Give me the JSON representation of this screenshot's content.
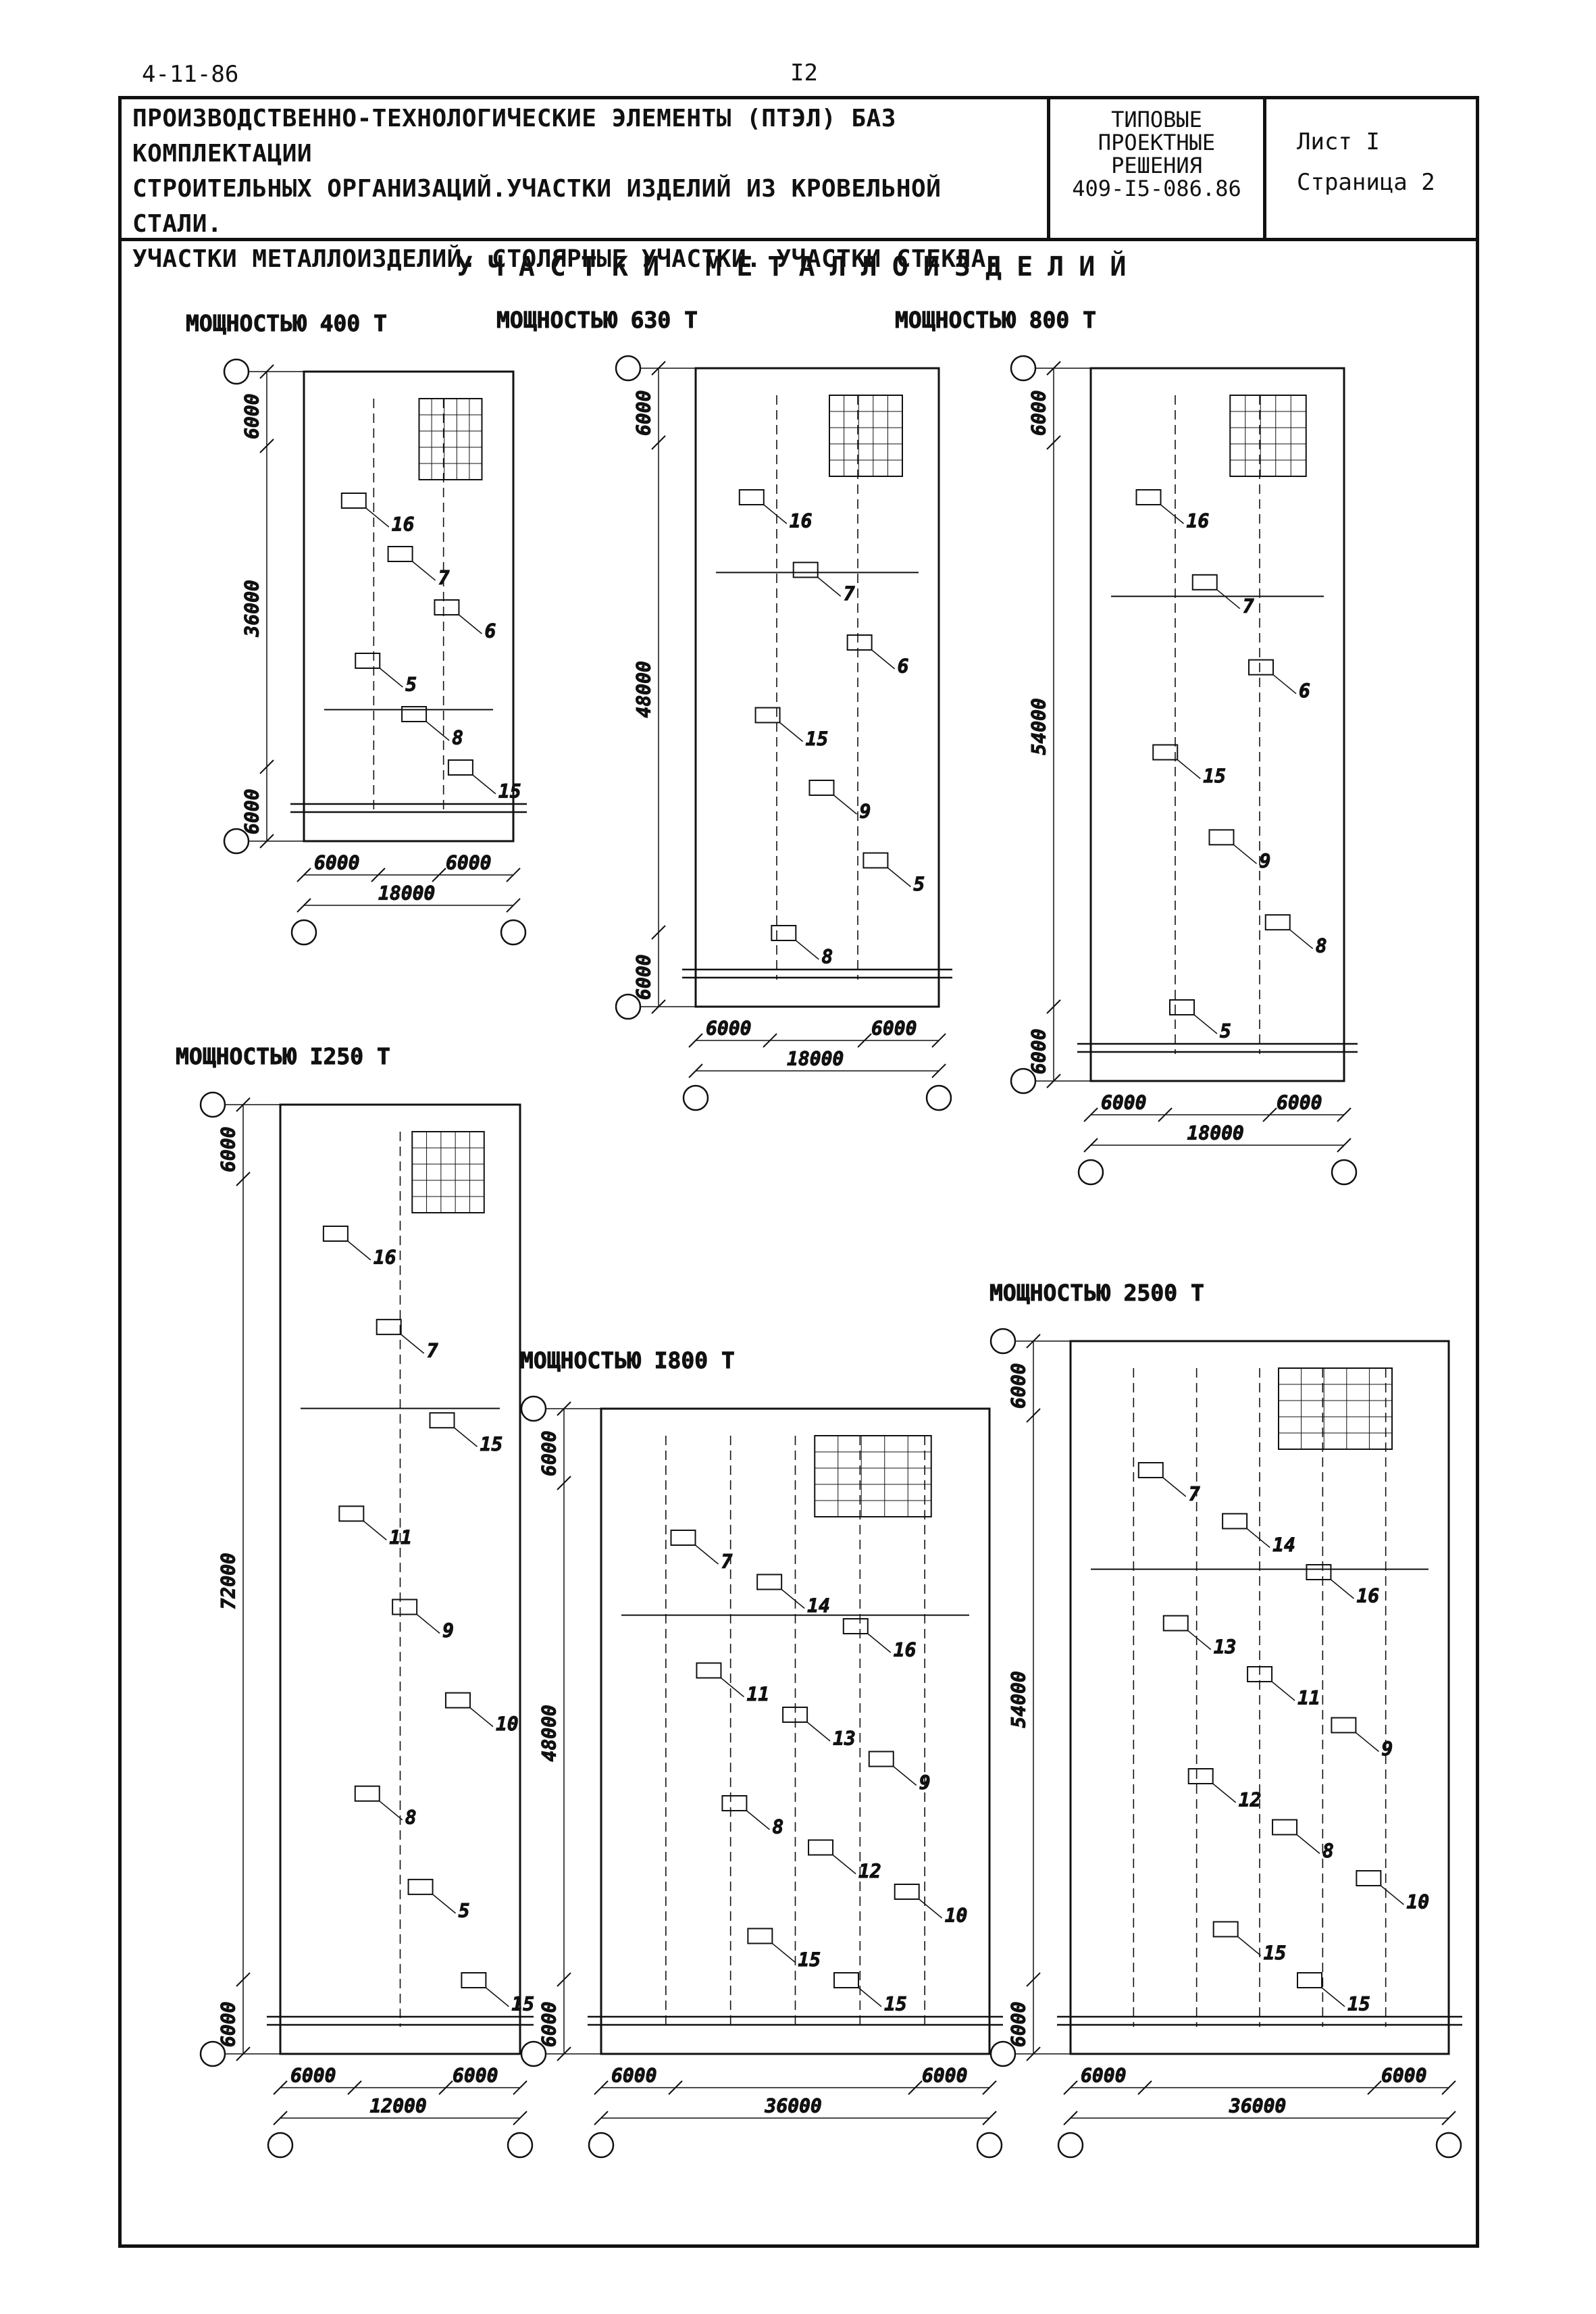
{
  "page": {
    "doc_code": "4-11-86",
    "page_number": "I2"
  },
  "title_block": {
    "title_lines": [
      "ПРОИЗВОДСТВЕННО-ТЕХНОЛОГИЧЕСКИЕ ЭЛЕМЕНТЫ (ПТЭЛ) БАЗ КОМПЛЕКТАЦИИ",
      "СТРОИТЕЛЬНЫХ ОРГАНИЗАЦИЙ.УЧАСТКИ ИЗДЕЛИЙ ИЗ КРОВЕЛЬНОЙ СТАЛИ.",
      "УЧАСТКИ МЕТАЛЛОИЗДЕЛИЙ. СТОЛЯРНЫЕ УЧАСТКИ. УЧАСТКИ СТЕКЛА."
    ],
    "series_lines": [
      "ТИПОВЫЕ",
      "ПРОЕКТНЫЕ",
      "РЕШЕНИЯ",
      "409-I5-086.86"
    ],
    "sheet_label": "Лист I",
    "page_label": "Страница  2"
  },
  "section_title": "УЧАСТКИ МЕТАЛЛОИЗДЕЛИЙ",
  "plans": [
    {
      "caption": "МОЩНОСТЬЮ 400 Т",
      "dims": {
        "top": "6000",
        "length": "36000",
        "bottom": "6000",
        "left_bay": "6000",
        "right_bay": "6000",
        "width": "18000"
      },
      "labels": [
        "16",
        "7",
        "6",
        "5",
        "8",
        "15"
      ]
    },
    {
      "caption": "МОЩНОСТЬЮ 630 Т",
      "dims": {
        "top": "6000",
        "length": "48000",
        "bottom": "6000",
        "left_bay": "6000",
        "right_bay": "6000",
        "width": "18000"
      },
      "labels": [
        "16",
        "7",
        "6",
        "15",
        "9",
        "5",
        "8"
      ]
    },
    {
      "caption": "МОЩНОСТЬЮ 800 Т",
      "dims": {
        "top": "6000",
        "length": "54000",
        "bottom": "6000",
        "left_bay": "6000",
        "right_bay": "6000",
        "width": "18000"
      },
      "labels": [
        "16",
        "7",
        "6",
        "15",
        "9",
        "8",
        "5"
      ]
    },
    {
      "caption": "МОЩНОСТЬЮ I250 Т",
      "dims": {
        "top": "6000",
        "length": "72000",
        "bottom": "6000",
        "left_bay": "6000",
        "right_bay": "6000",
        "width": "12000"
      },
      "labels": [
        "16",
        "7",
        "15",
        "11",
        "9",
        "10",
        "8",
        "5",
        "15"
      ]
    },
    {
      "caption": "МОЩНОСТЬЮ I800 Т",
      "dims": {
        "top": "6000",
        "length": "48000",
        "bottom": "6000",
        "left_bay": "6000",
        "right_bay": "6000",
        "width": "36000"
      },
      "labels": [
        "7",
        "14",
        "16",
        "11",
        "13",
        "9",
        "8",
        "12",
        "10",
        "15",
        "15"
      ]
    },
    {
      "caption": "МОЩНОСТЬЮ 2500 Т",
      "dims": {
        "top": "6000",
        "length": "54000",
        "bottom": "6000",
        "left_bay": "6000",
        "right_bay": "6000",
        "width": "36000"
      },
      "labels": [
        "7",
        "14",
        "16",
        "13",
        "11",
        "9",
        "12",
        "8",
        "10",
        "15",
        "15"
      ]
    }
  ]
}
